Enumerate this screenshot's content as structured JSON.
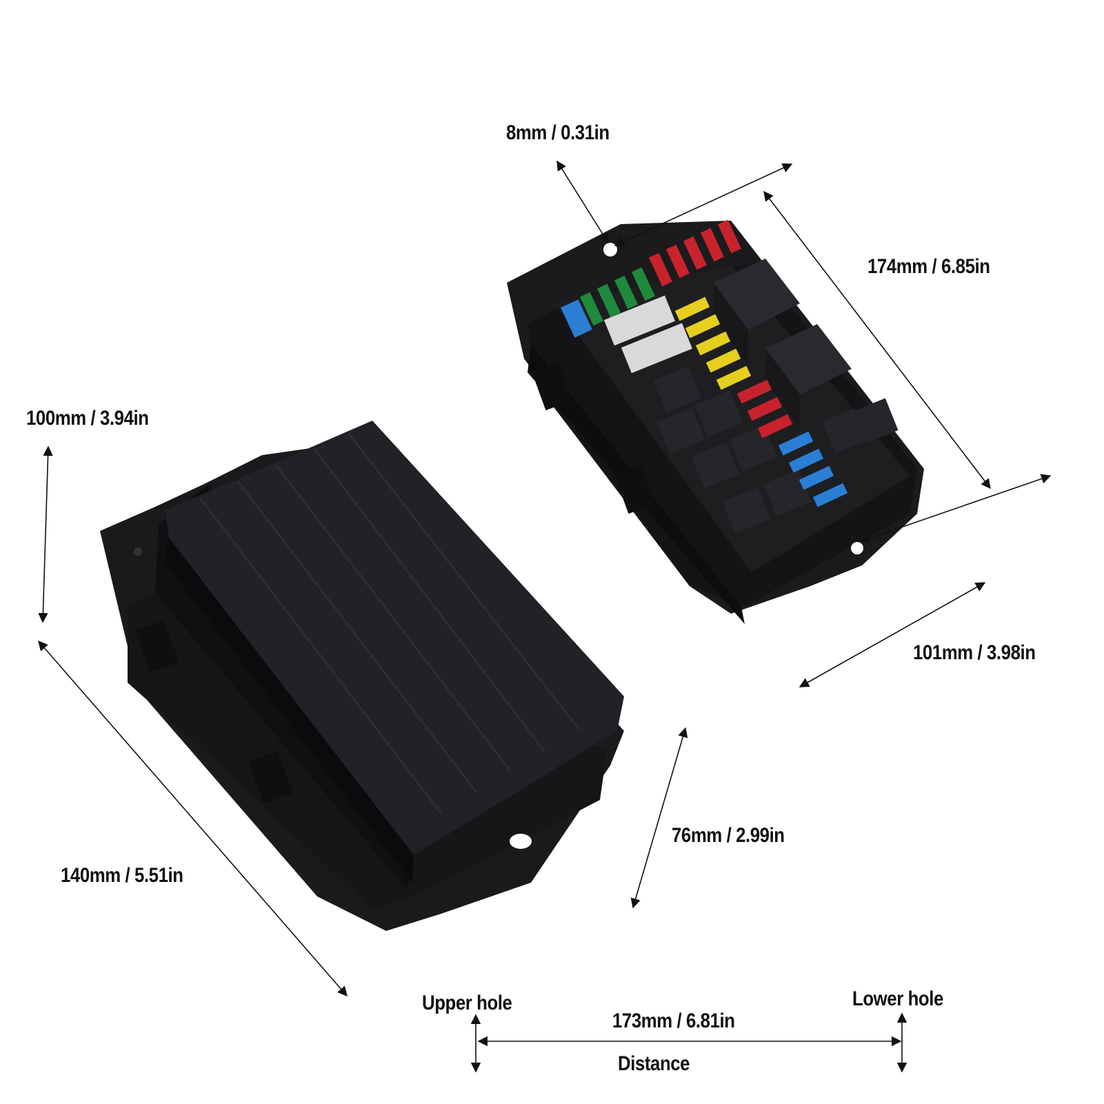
{
  "dimensions": {
    "hole_diameter": "8mm / 0.31in",
    "length": "174mm / 6.85in",
    "width": "101mm / 3.98in",
    "height": "100mm / 3.94in",
    "cover_length": "140mm / 5.51in",
    "depth": "76mm / 2.99in",
    "hole_distance": "173mm / 6.81in"
  },
  "hole_labels": {
    "upper": "Upper hole",
    "lower": "Lower hole",
    "distance": "Distance"
  },
  "colors": {
    "housing": "#1c1c1e",
    "fuse_red": "#c8232c",
    "fuse_green": "#1f8a3b",
    "fuse_yellow": "#e6cf1f",
    "fuse_blue": "#2a7fd4",
    "fuse_clear": "#d9d9d9"
  }
}
